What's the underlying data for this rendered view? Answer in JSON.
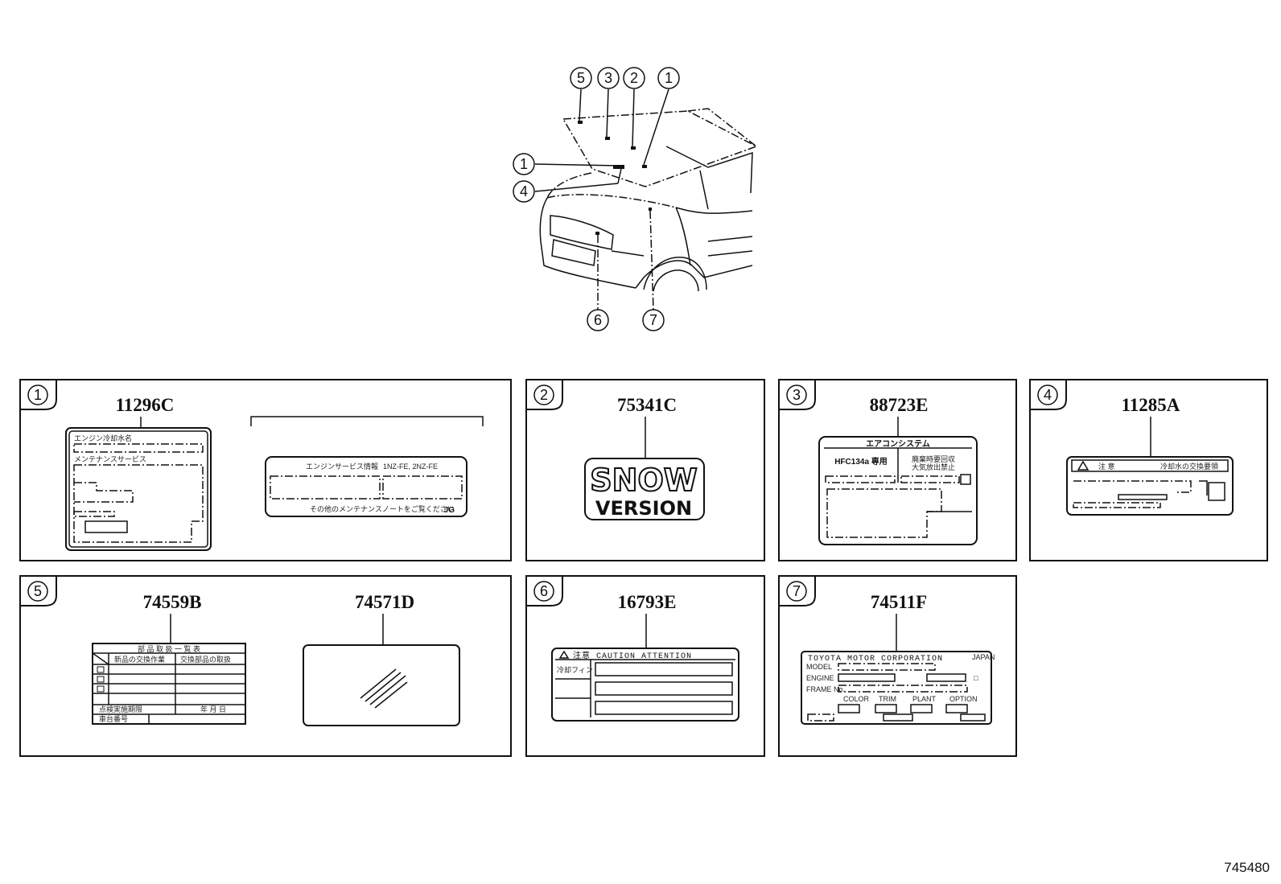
{
  "footer_code": "745480",
  "overview": {
    "callouts_top": [
      "5",
      "3",
      "2",
      "1"
    ],
    "callouts_left": [
      "1",
      "4"
    ],
    "callouts_bottom": [
      "6",
      "7"
    ]
  },
  "panels": [
    {
      "number": "1",
      "parts": [
        "11296C"
      ],
      "labels": {
        "a_line1": "エンジン冷却水名",
        "a_line2": "メンテナンスサービス",
        "b_title": "エンジンサービス情報",
        "b_engine": "1NZ-FE, 2NZ-FE",
        "b_footer": "その他のメンテナンスノートをご覧ください",
        "b_code": "JG"
      }
    },
    {
      "number": "2",
      "parts": [
        "75341C"
      ],
      "labels": {
        "line1": "SNOW",
        "line2": "VERSION"
      }
    },
    {
      "number": "3",
      "parts": [
        "88723E"
      ],
      "labels": {
        "title": "エアコンシステム",
        "refrigerant": "HFC134a 専用",
        "note1": "廃棄時要回収",
        "note2": "大気放出禁止"
      }
    },
    {
      "number": "4",
      "parts": [
        "11285A"
      ],
      "labels": {
        "caution": "注 意",
        "text": "冷却水の交換要領"
      }
    },
    {
      "number": "5",
      "parts": [
        "74559B",
        "74571D"
      ],
      "labels": {
        "title": "部 品 取 扱 一 覧 表",
        "col1": "新品の交換作業",
        "col2": "交換部品の取扱",
        "row_a": "点検実施期限",
        "row_b": "車台番号",
        "date": "年 月 日"
      }
    },
    {
      "number": "6",
      "parts": [
        "16793E"
      ],
      "labels": {
        "header": "注意 CAUTION ATTENTION",
        "row1": "冷却フィン"
      }
    },
    {
      "number": "7",
      "parts": [
        "74511F"
      ],
      "labels": {
        "maker": "TOYOTA MOTOR CORPORATION",
        "country": "JAPAN",
        "model": "MODEL",
        "engine": "ENGINE",
        "frame": "FRAME No.",
        "color": "COLOR",
        "trim": "TRIM",
        "plant": "PLANT",
        "option": "OPTION"
      }
    }
  ]
}
